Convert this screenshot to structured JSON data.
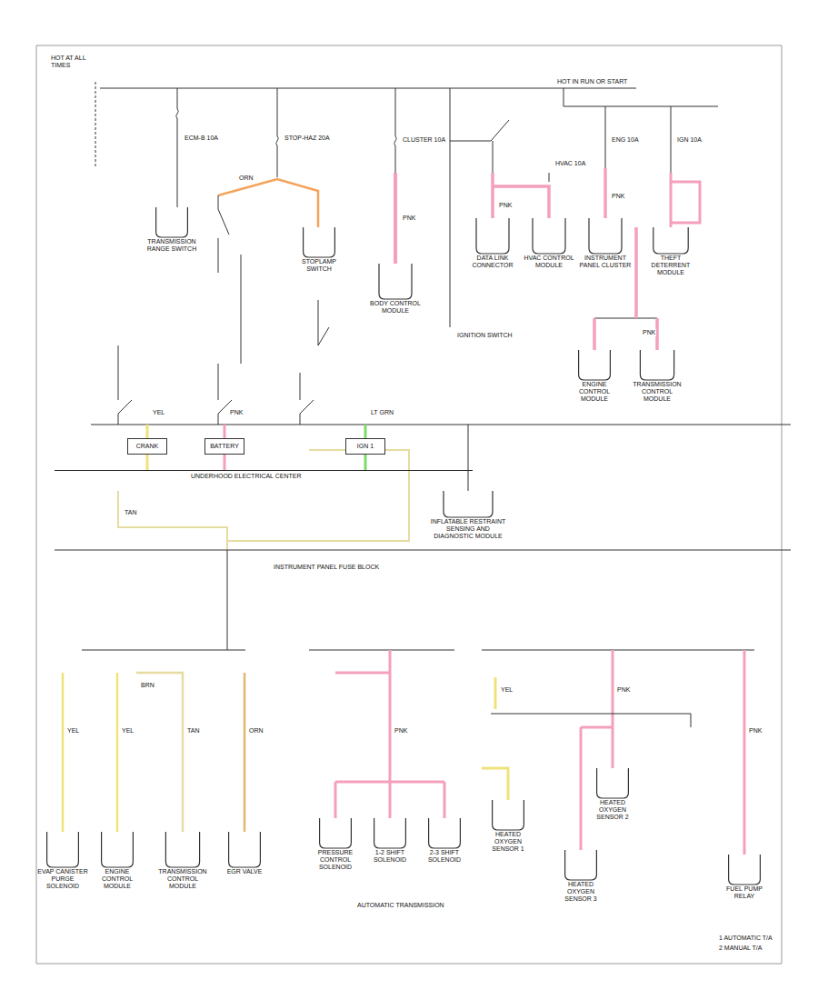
{
  "diagram": {
    "nodes": [
      {
        "text": [
          "TRANSMISSION RANGE SWITCH"
        ]
      },
      {
        "text": [
          "STOPLAMP SWITCH"
        ]
      },
      {
        "text": [
          "BODY CONTROL MODULE"
        ]
      },
      {
        "text": [
          "DATA LINK CONNECTOR"
        ]
      },
      {
        "text": [
          "HVAC CONTROL MODULE"
        ]
      },
      {
        "text": [
          "INSTRUMENT PANEL CLUSTER"
        ]
      },
      {
        "text": [
          "THEFT DETERRENT MODULE"
        ]
      },
      {
        "text": [
          "ENGINE CONTROL MODULE"
        ]
      },
      {
        "text": [
          "TRANSMISSION CONTROL MODULE"
        ]
      },
      {
        "text": [
          "UNDERHOOD ELECTRICAL CENTER"
        ]
      },
      {
        "text": [
          "CRANK"
        ],
        "in": 9
      },
      {
        "text": [
          "BATTERY"
        ],
        "in": 9
      },
      {
        "text": [
          "IGN 1"
        ],
        "in": 9
      },
      {
        "text": [
          "INFLATABLE RESTRAINT SENSING AND DIAGNOSTIC MODULE"
        ]
      },
      {
        "text": [
          "EVAP CANISTER PURGE SOLENOID"
        ]
      },
      {
        "text": [
          "ENGINE CONTROL MODULE"
        ]
      },
      {
        "text": [
          "TRANSMISSION CONTROL MODULE"
        ]
      },
      {
        "text": [
          "EGR VALVE"
        ]
      },
      {
        "text": [
          "PRESSURE CONTROL SOLENOID"
        ]
      },
      {
        "text": [
          "1-2 SHIFT SOLENOID"
        ]
      },
      {
        "text": [
          "2-3 SHIFT SOLENOID"
        ]
      },
      {
        "text": [
          "HEATED OXYGEN SENSOR 1"
        ]
      },
      {
        "text": [
          "HEATED OXYGEN SENSOR 2"
        ]
      },
      {
        "text": [
          "HEATED OXYGEN SENSOR 3"
        ]
      },
      {
        "text": [
          "FUEL PUMP RELAY"
        ]
      }
    ],
    "labels": [
      "HOT AT ALL TIMES",
      "HOT IN RUN OR START",
      "ECM-B 10A",
      "STOP-HAZ 20A",
      "CLUSTER 10A",
      "ENG 10A",
      "HVAC 10A",
      "IGN 10A",
      "ORN",
      "PNK",
      "PNK",
      "PNK",
      "PNK",
      "YEL",
      "PNK",
      "LT GRN",
      "TAN",
      "YEL",
      "YEL",
      "BRN",
      "TAN",
      "ORN",
      "PNK",
      "YEL",
      "PNK",
      "PNK",
      "IGNITION SWITCH",
      "INSTRUMENT PANEL FUSE BLOCK",
      "AUTOMATIC TRANSMISSION",
      "1 AUTOMATIC T/A",
      "2 MANUAL T/A"
    ]
  }
}
